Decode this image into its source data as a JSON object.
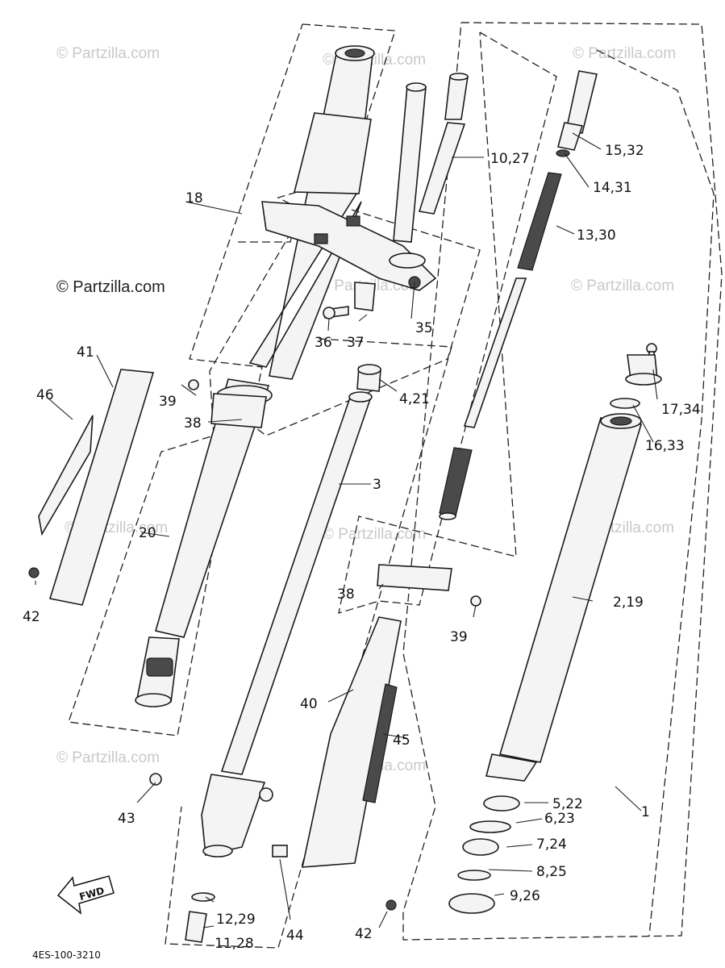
{
  "watermarks": [
    {
      "id": "wm1",
      "text": "© Partzilla.com"
    },
    {
      "id": "wm2",
      "text": "© Partzilla.com"
    },
    {
      "id": "wm3",
      "text": "© Partzilla.com"
    },
    {
      "id": "wm4",
      "text": "© Partzilla.com"
    },
    {
      "id": "wm5",
      "text": "© Partzilla.com"
    },
    {
      "id": "wm6",
      "text": "© Partzilla.com"
    },
    {
      "id": "wm7",
      "text": "© Partzilla.com"
    },
    {
      "id": "wm8",
      "text": "© Partzilla.com"
    },
    {
      "id": "wm9",
      "text": "© Partzilla.com"
    },
    {
      "id": "wm10",
      "text": "© Partzilla.com"
    }
  ],
  "logo_text": "© Partzilla.com",
  "diagram_code": "4ES-100-3210",
  "fwd_label": "FWD",
  "callouts": {
    "c1": "1",
    "c2_19": "2,19",
    "c3": "3",
    "c4_21": "4,21",
    "c5_22": "5,22",
    "c6_23": "6,23",
    "c7_24": "7,24",
    "c8_25": "8,25",
    "c9_26": "9,26",
    "c10_27": "10,27",
    "c11_28": "11,28",
    "c12_29": "12,29",
    "c13_30": "13,30",
    "c14_31": "14,31",
    "c15_32": "15,32",
    "c16_33": "16,33",
    "c17_34": "17,34",
    "c18": "18",
    "c20": "20",
    "c35": "35",
    "c36": "36",
    "c37": "37",
    "c38a": "38",
    "c38b": "38",
    "c39a": "39",
    "c39b": "39",
    "c40": "40",
    "c41": "41",
    "c42a": "42",
    "c42b": "42",
    "c43": "43",
    "c44": "44",
    "c45": "45",
    "c46": "46"
  }
}
